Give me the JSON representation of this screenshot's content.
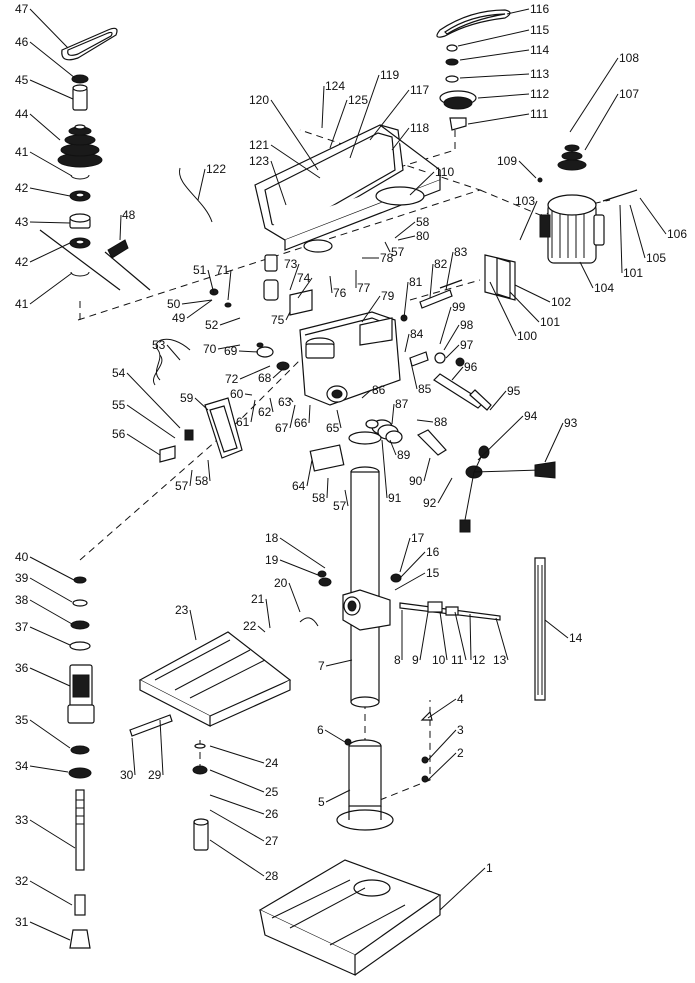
{
  "diagram": {
    "callouts": [
      "1",
      "2",
      "3",
      "4",
      "5",
      "6",
      "7",
      "8",
      "9",
      "10",
      "11",
      "12",
      "13",
      "14",
      "15",
      "16",
      "17",
      "18",
      "19",
      "20",
      "21",
      "22",
      "23",
      "24",
      "25",
      "26",
      "27",
      "28",
      "29",
      "30",
      "31",
      "32",
      "33",
      "34",
      "35",
      "36",
      "37",
      "38",
      "39",
      "40",
      "41",
      "42",
      "43",
      "44",
      "45",
      "46",
      "47",
      "48",
      "49",
      "50",
      "51",
      "52",
      "53",
      "54",
      "55",
      "56",
      "57",
      "58",
      "59",
      "60",
      "61",
      "62",
      "63",
      "64",
      "65",
      "66",
      "67",
      "68",
      "69",
      "70",
      "71",
      "72",
      "73",
      "74",
      "75",
      "76",
      "77",
      "78",
      "79",
      "80",
      "81",
      "82",
      "83",
      "84",
      "85",
      "86",
      "87",
      "88",
      "89",
      "90",
      "91",
      "92",
      "93",
      "94",
      "95",
      "96",
      "97",
      "98",
      "99",
      "100",
      "101",
      "102",
      "103",
      "104",
      "105",
      "106",
      "107",
      "108",
      "109",
      "110",
      "111",
      "112",
      "113",
      "114",
      "115",
      "116",
      "117",
      "118",
      "119",
      "120",
      "121",
      "122",
      "123",
      "124",
      "125"
    ]
  }
}
